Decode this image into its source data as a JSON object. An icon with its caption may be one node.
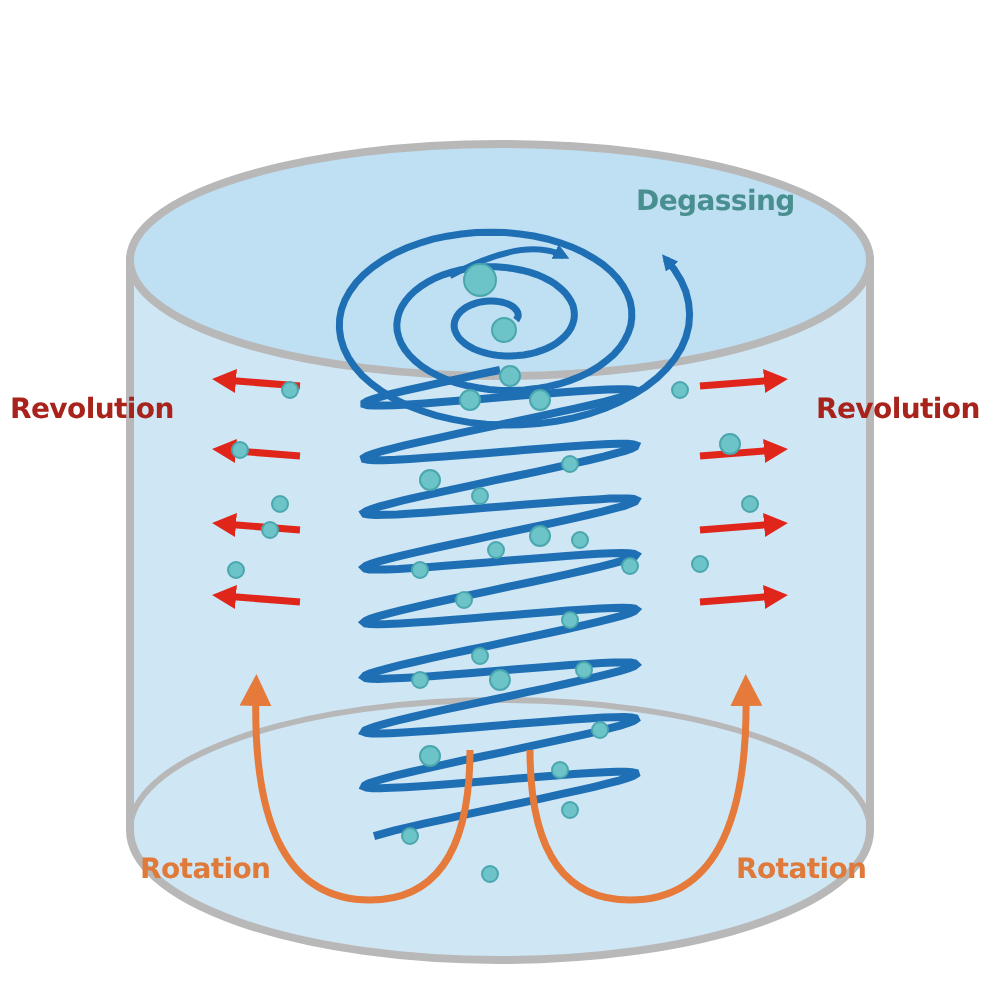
{
  "diagram": {
    "labels": [
      "Degassing",
      "Revolution",
      "Revolution",
      "Rotation",
      "Rotation"
    ]
  }
}
